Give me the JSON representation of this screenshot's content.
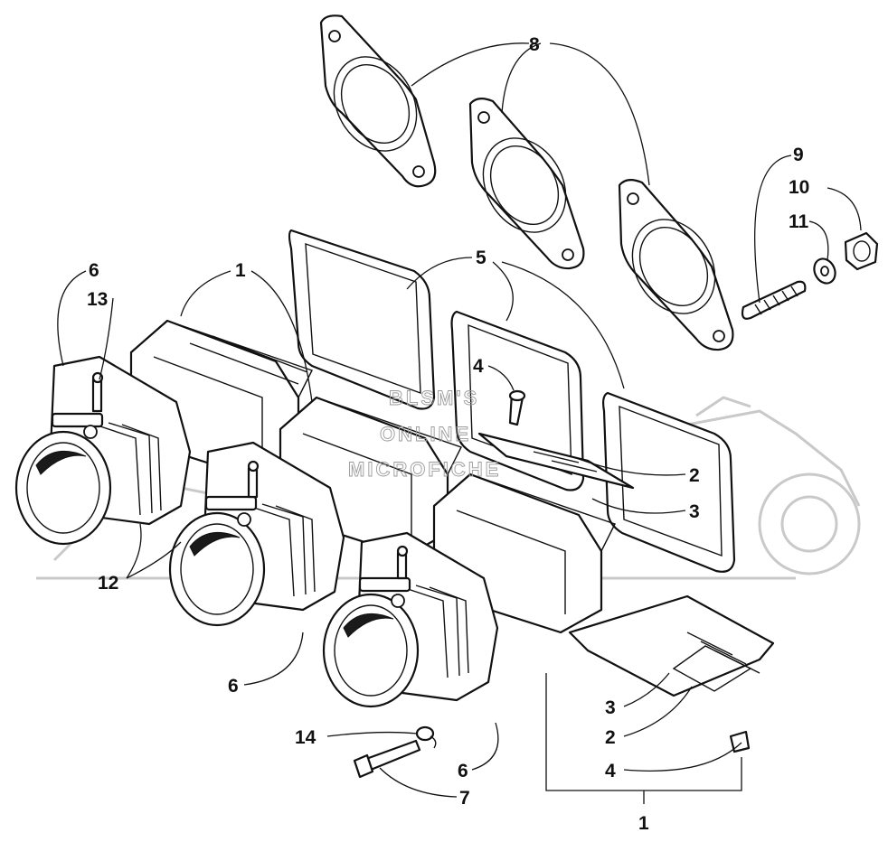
{
  "watermark": {
    "lines": [
      "BLSM'S",
      "ONLINE",
      "MICROFICHE"
    ]
  },
  "callouts": {
    "c1_top": "1",
    "c1_bottom": "1",
    "c2_upper": "2",
    "c2_lower": "2",
    "c3_upper": "3",
    "c3_lower": "3",
    "c4_upper": "4",
    "c4_lower": "4",
    "c5": "5",
    "c6_topleft": "6",
    "c6_middle": "6",
    "c6_bottom": "6",
    "c7": "7",
    "c8": "8",
    "c9": "9",
    "c10": "10",
    "c11": "11",
    "c12": "12",
    "c13": "13",
    "c14": "14"
  }
}
